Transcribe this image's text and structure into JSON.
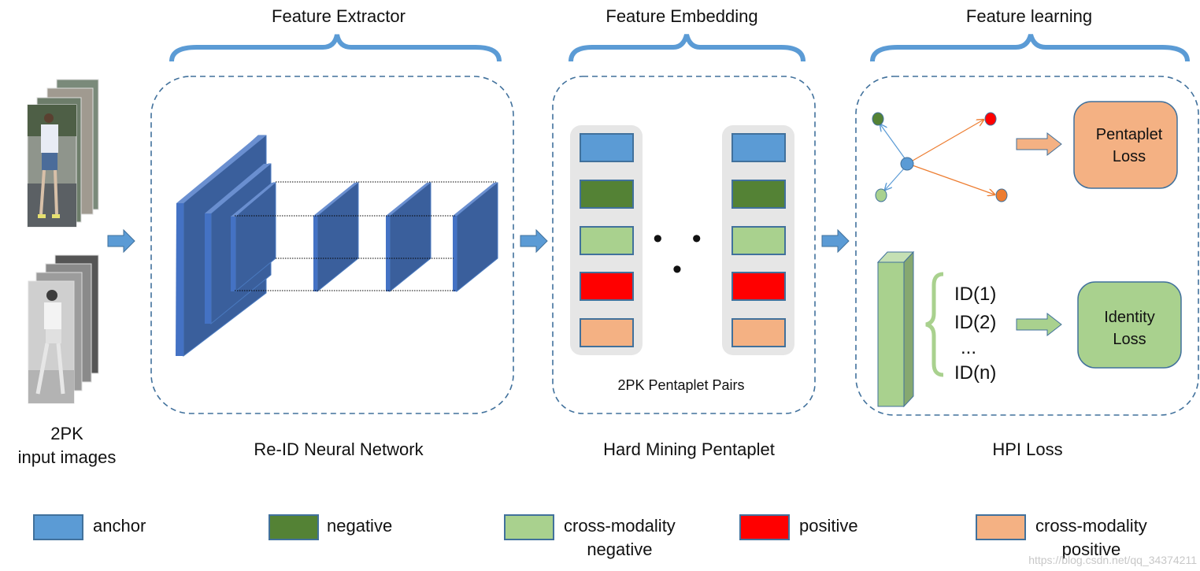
{
  "sections": {
    "extractor": {
      "title": "Feature Extractor",
      "caption": "Re-ID Neural Network"
    },
    "embedding": {
      "title": "Feature Embedding",
      "caption": "Hard Mining Pentaplet",
      "inner_label": "2PK Pentaplet Pairs",
      "ellipsis": "• • •"
    },
    "learning": {
      "title": "Feature learning",
      "caption": "HPI Loss",
      "pentaplet_loss": "Pentaplet\nLoss",
      "identity_loss": "Identity\nLoss",
      "ids": [
        "ID(1)",
        "ID(2)",
        "...",
        "ID(n)"
      ]
    }
  },
  "input": {
    "caption_line1": "2PK",
    "caption_line2": "input images"
  },
  "legend": [
    {
      "key": "anchor",
      "label": "anchor",
      "color": "#5b9bd5"
    },
    {
      "key": "negative",
      "label": "negative",
      "color": "#548235"
    },
    {
      "key": "cross-negative",
      "label": "cross-modality\nnegative",
      "color": "#a9d18e"
    },
    {
      "key": "positive",
      "label": "positive",
      "color": "#ff0000"
    },
    {
      "key": "cross-positive",
      "label": "cross-modality\npositive",
      "color": "#f4b183"
    }
  ],
  "pentaplet_order": [
    "anchor",
    "negative",
    "cross-negative",
    "positive",
    "cross-positive"
  ],
  "colors": {
    "accent_blue": "#5b9bd5",
    "conv_blue": "#3a5f9c",
    "dash_border": "#41719c",
    "orange_dot": "#ed7d31"
  },
  "watermark": "https://blog.csdn.net/qq_34374211"
}
